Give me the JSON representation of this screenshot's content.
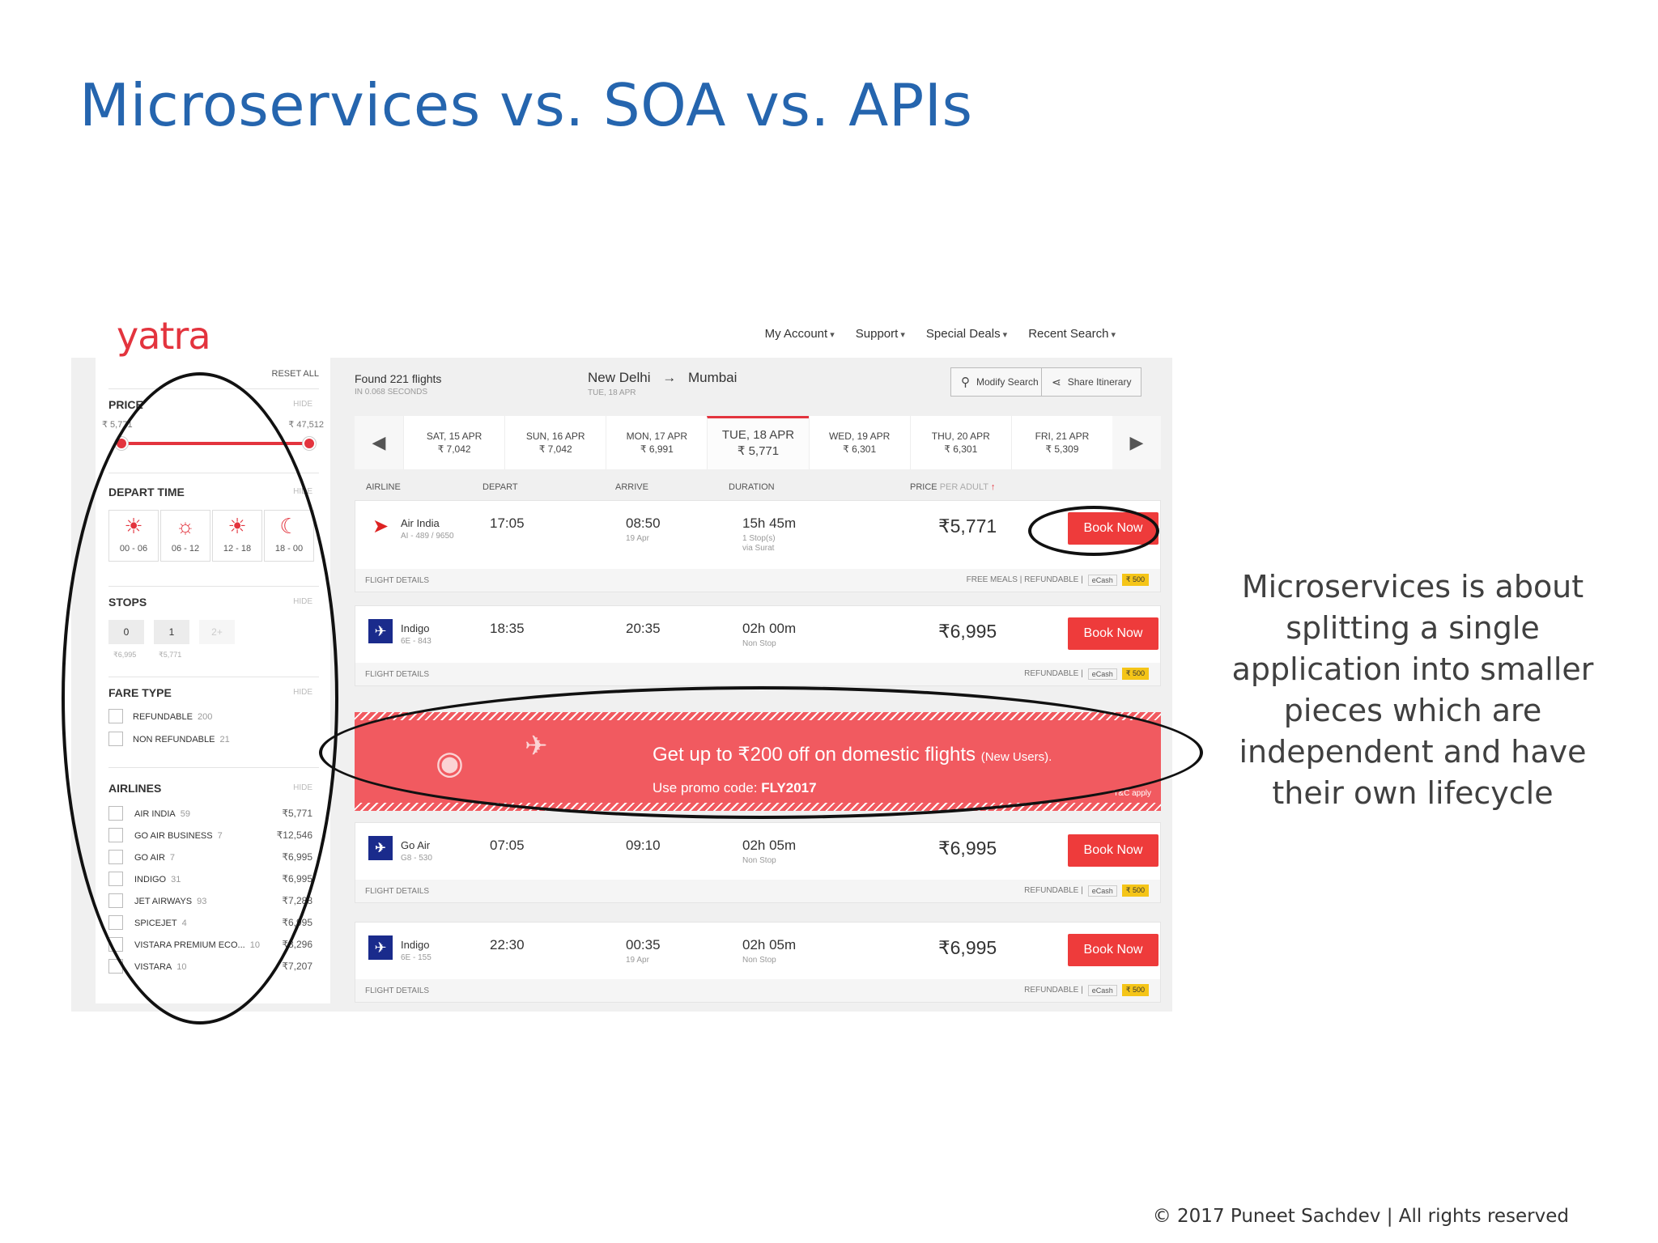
{
  "slide": {
    "title": "Microservices vs. SOA vs. APIs",
    "description": "Microservices is about splitting a single application into smaller pieces which are independent and have their own lifecycle",
    "footer": "© 2017  Puneet Sachdev |  All rights reserved"
  },
  "app": {
    "logo": "yatra",
    "nav": [
      "My Account",
      "Support",
      "Special Deals",
      "Recent Search"
    ]
  },
  "sidebar": {
    "reset_all": "RESET ALL",
    "hide": "HIDE",
    "price": {
      "label": "PRICE",
      "min": "₹ 5,771",
      "max": "₹ 47,512"
    },
    "depart_time": {
      "label": "DEPART TIME",
      "slots": [
        "00 - 06",
        "06 - 12",
        "12 - 18",
        "18 - 00"
      ]
    },
    "stops": {
      "label": "STOPS",
      "options": [
        "0",
        "1",
        "2+"
      ],
      "prices": [
        "₹6,995",
        "₹5,771"
      ]
    },
    "fare_type": {
      "label": "FARE TYPE",
      "options": [
        {
          "name": "REFUNDABLE",
          "count": "200"
        },
        {
          "name": "NON REFUNDABLE",
          "count": "21"
        }
      ]
    },
    "airlines": {
      "label": "AIRLINES",
      "items": [
        {
          "name": "AIR INDIA",
          "count": "59",
          "price": "₹5,771"
        },
        {
          "name": "GO AIR BUSINESS",
          "count": "7",
          "price": "₹12,546"
        },
        {
          "name": "GO AIR",
          "count": "7",
          "price": "₹6,995"
        },
        {
          "name": "INDIGO",
          "count": "31",
          "price": "₹6,995"
        },
        {
          "name": "JET AIRWAYS",
          "count": "93",
          "price": "₹7,288"
        },
        {
          "name": "SPICEJET",
          "count": "4",
          "price": "₹6,995"
        },
        {
          "name": "VISTARA PREMIUM ECO...",
          "count": "10",
          "price": "₹8,296"
        },
        {
          "name": "VISTARA",
          "count": "10",
          "price": "₹7,207"
        }
      ]
    }
  },
  "results": {
    "found": "Found 221 flights",
    "found_time": "IN 0.068 SECONDS",
    "from": "New Delhi",
    "to": "Mumbai",
    "date": "TUE, 18 APR",
    "modify": "Modify Search",
    "share": "Share Itinerary",
    "dates": [
      {
        "day": "SAT, 15 APR",
        "price": "₹ 7,042"
      },
      {
        "day": "SUN, 16 APR",
        "price": "₹ 7,042"
      },
      {
        "day": "MON, 17 APR",
        "price": "₹ 6,991"
      },
      {
        "day": "TUE, 18 APR",
        "price": "₹ 5,771"
      },
      {
        "day": "WED, 19 APR",
        "price": "₹ 6,301"
      },
      {
        "day": "THU, 20 APR",
        "price": "₹ 6,301"
      },
      {
        "day": "FRI, 21 APR",
        "price": "₹ 5,309"
      }
    ],
    "columns": {
      "airline": "AIRLINE",
      "depart": "DEPART",
      "arrive": "ARRIVE",
      "duration": "DURATION",
      "price": "PRICE",
      "per_adult": "PER ADULT"
    },
    "flights": [
      {
        "airline": "Air India",
        "code": "AI - 489 / 9650",
        "depart": "17:05",
        "arrive": "08:50",
        "arrive_note": "19 Apr",
        "duration": "15h 45m",
        "stops": "1 Stop(s)",
        "via": "via Surat",
        "price": "₹5,771",
        "book": "Book Now",
        "details": "FLIGHT DETAILS",
        "tags": "FREE MEALS  |  REFUNDABLE  |",
        "ecash": "eCash",
        "ecash_amt": "₹ 500"
      },
      {
        "airline": "Indigo",
        "code": "6E - 843",
        "depart": "18:35",
        "arrive": "20:35",
        "arrive_note": "",
        "duration": "02h 00m",
        "stops": "Non Stop",
        "via": "",
        "price": "₹6,995",
        "book": "Book Now",
        "details": "FLIGHT DETAILS",
        "tags": "REFUNDABLE  |",
        "ecash": "eCash",
        "ecash_amt": "₹ 500"
      },
      {
        "airline": "Go Air",
        "code": "G8 - 530",
        "depart": "07:05",
        "arrive": "09:10",
        "arrive_note": "",
        "duration": "02h 05m",
        "stops": "Non Stop",
        "via": "",
        "price": "₹6,995",
        "book": "Book Now",
        "details": "FLIGHT DETAILS",
        "tags": "REFUNDABLE  |",
        "ecash": "eCash",
        "ecash_amt": "₹ 500"
      },
      {
        "airline": "Indigo",
        "code": "6E - 155",
        "depart": "22:30",
        "arrive": "00:35",
        "arrive_note": "19 Apr",
        "duration": "02h 05m",
        "stops": "Non Stop",
        "via": "",
        "price": "₹6,995",
        "book": "Book Now",
        "details": "FLIGHT DETAILS",
        "tags": "REFUNDABLE  |",
        "ecash": "eCash",
        "ecash_amt": "₹ 500"
      }
    ],
    "promo": {
      "headline": "Get up to ₹200 off on domestic flights",
      "note": "(New Users).",
      "code_label": "Use promo code:",
      "code": "FLY2017",
      "tc": "T&C apply"
    }
  },
  "colors": {
    "title_blue": "#2565ae",
    "brand_red": "#e3343e",
    "promo_red": "#f15a60",
    "ecash_yellow": "#f5c518"
  }
}
